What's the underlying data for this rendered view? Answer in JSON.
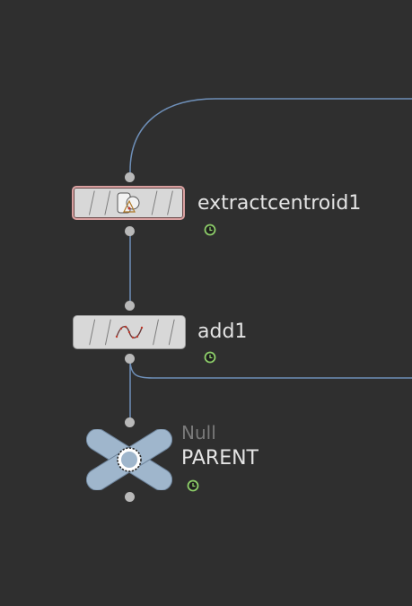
{
  "network": {
    "nodes": [
      {
        "name": "extractcentroid1",
        "icon": "extract-centroid-icon",
        "selected": true,
        "time_dependent": true
      },
      {
        "name": "add1",
        "icon": "curve-icon",
        "selected": false,
        "time_dependent": true
      },
      {
        "name": "PARENT",
        "type": "Null",
        "icon": "null-node-icon",
        "selected": false,
        "time_dependent": true
      }
    ]
  },
  "colors": {
    "background": "#2f2f2f",
    "wire": "#6e8fb8",
    "node_body": "#d8d8d8",
    "selected_outline": "#d9a0a0",
    "null_node": "#9fb6cc",
    "time_dependent_badge": "#8ecf6a",
    "label": "#e4e4e4",
    "type_label": "#7a7a7a"
  }
}
